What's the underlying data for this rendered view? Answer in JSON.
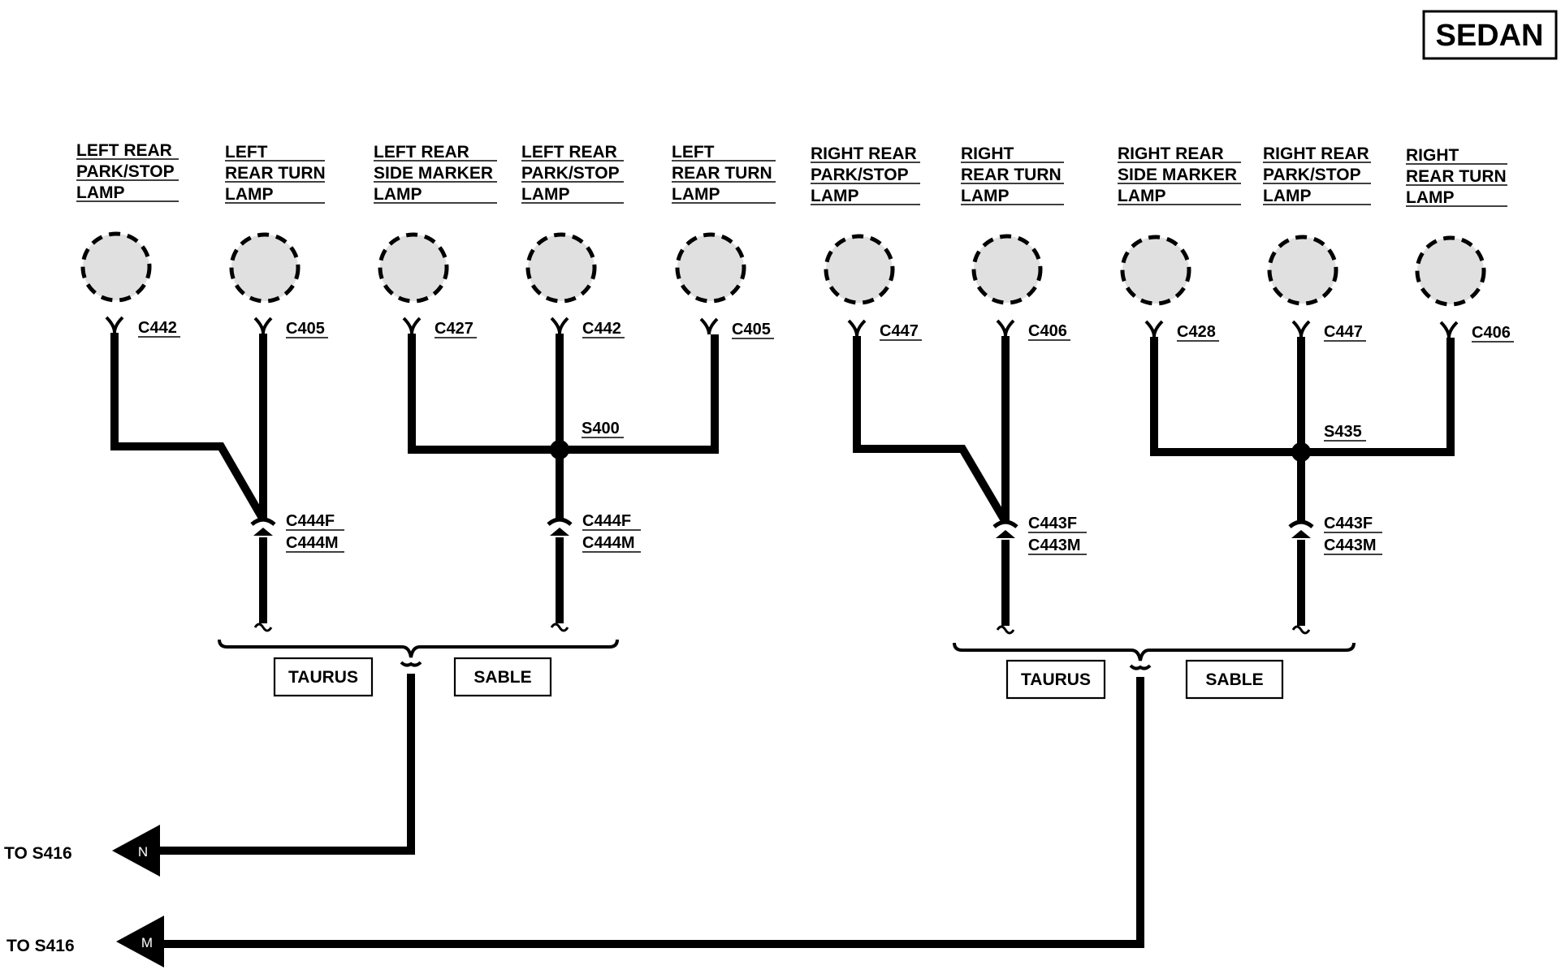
{
  "badge": "SEDAN",
  "lamps": [
    {
      "label": [
        "LEFT REAR",
        "PARK/STOP",
        "LAMP"
      ],
      "connector": "C442"
    },
    {
      "label": [
        "LEFT",
        "REAR TURN",
        "LAMP"
      ],
      "connector": "C405"
    },
    {
      "label": [
        "LEFT REAR",
        "SIDE MARKER",
        "LAMP"
      ],
      "connector": "C427"
    },
    {
      "label": [
        "LEFT REAR",
        "PARK/STOP",
        "LAMP"
      ],
      "connector": "C442"
    },
    {
      "label": [
        "LEFT",
        "REAR TURN",
        "LAMP"
      ],
      "connector": "C405"
    },
    {
      "label": [
        "RIGHT REAR",
        "PARK/STOP",
        "LAMP"
      ],
      "connector": "C447"
    },
    {
      "label": [
        "RIGHT",
        "REAR TURN",
        "LAMP"
      ],
      "connector": "C406"
    },
    {
      "label": [
        "RIGHT REAR",
        "SIDE MARKER",
        "LAMP"
      ],
      "connector": "C428"
    },
    {
      "label": [
        "RIGHT REAR",
        "PARK/STOP",
        "LAMP"
      ],
      "connector": "C447"
    },
    {
      "label": [
        "RIGHT",
        "REAR TURN",
        "LAMP"
      ],
      "connector": "C406"
    }
  ],
  "splices": [
    "S400",
    "S435"
  ],
  "inline_connectors": [
    [
      "C444F",
      "C444M"
    ],
    [
      "C444F",
      "C444M"
    ],
    [
      "C443F",
      "C443M"
    ],
    [
      "C443F",
      "C443M"
    ]
  ],
  "variants": [
    {
      "taurus": "TAURUS",
      "sable": "SABLE"
    },
    {
      "taurus": "TAURUS",
      "sable": "SABLE"
    }
  ],
  "outputs": [
    {
      "text": "TO S416",
      "letter": "N"
    },
    {
      "text": "TO S416",
      "letter": "M"
    }
  ],
  "colors": {
    "wire": "#000000",
    "lamp_fill": "#e0e0e0"
  }
}
